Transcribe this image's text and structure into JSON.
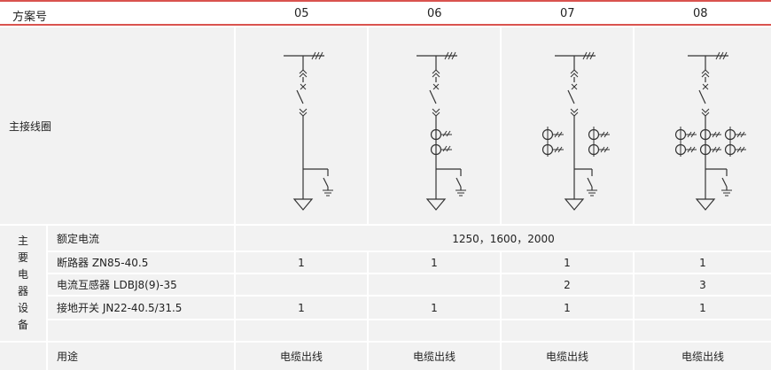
{
  "header": {
    "label": "方案号",
    "schemes": [
      "05",
      "06",
      "07",
      "08"
    ]
  },
  "main_circuit_label": "主接线圈",
  "equipment_group_label_chars": [
    "主",
    "要",
    "电",
    "器",
    "设",
    "备"
  ],
  "rows": {
    "rated_current": {
      "label": "额定电流",
      "value": "1250，1600，2000"
    },
    "breaker": {
      "label": "断路器 ZN85-40.5",
      "values": [
        "1",
        "1",
        "1",
        "1"
      ]
    },
    "ct": {
      "label": "电流互感器 LDBJ8(9)-35",
      "values": [
        "",
        "",
        "2",
        "3"
      ]
    },
    "earthing_switch": {
      "label": "接地开关 JN22-40.5/31.5",
      "values": [
        "1",
        "1",
        "1",
        "1"
      ]
    },
    "blank": {
      "label": "",
      "values": [
        "",
        "",
        "",
        ""
      ]
    },
    "usage": {
      "label": "用途",
      "values": [
        "电缆出线",
        "电缆出线",
        "电缆出线",
        "电缆出线"
      ]
    }
  },
  "colors": {
    "header_rule": "#d9534f",
    "cell_bg": "#f2f2f2",
    "line": "#333333"
  },
  "diagram_symbols": [
    "busbar",
    "withdrawable-contact-icon",
    "circuit-breaker-icon",
    "current-transformer-icon",
    "earthing-switch-icon",
    "cable-termination-icon"
  ]
}
